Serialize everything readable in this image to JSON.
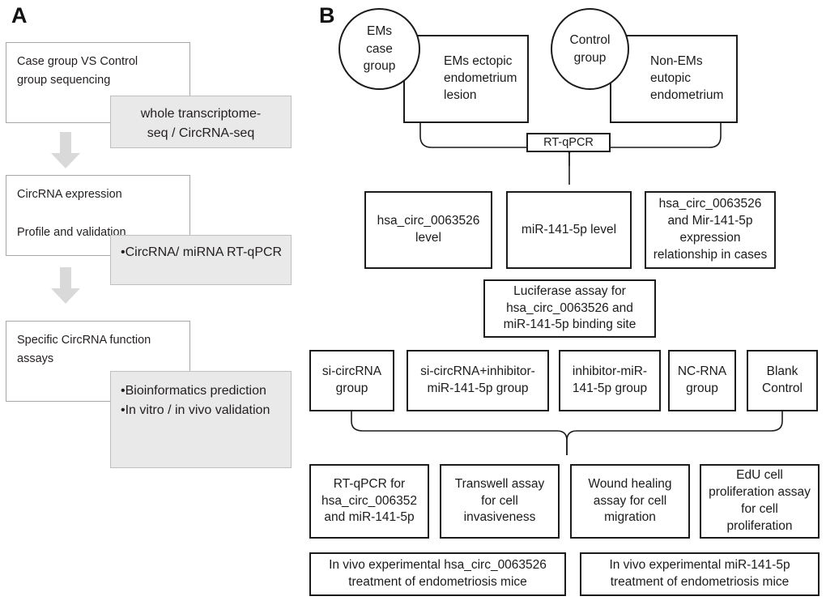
{
  "figure": {
    "panel_a_letter": "A",
    "panel_b_letter": "B"
  },
  "panel_a": {
    "steps": [
      {
        "box_label": "Case group VS Control\ngroup sequencing",
        "detail_label": "whole transcriptome-\nseq / CircRNA-seq"
      },
      {
        "box_label": "CircRNA expression\n\nProfile and validation",
        "detail_label": "•CircRNA/ miRNA RT-qPCR"
      },
      {
        "box_label": "Specific CircRNA function\nassays",
        "detail_label": "•Bioinformatics prediction\n•In vitro / in vivo validation"
      }
    ],
    "arrow_icon": "arrow-down-icon"
  },
  "panel_b": {
    "groups": [
      {
        "circle_label": "EMs\ncase\ngroup",
        "box_label": "EMs ectopic\nendometrium\nlesion"
      },
      {
        "circle_label": "Control\ngroup",
        "box_label": "Non-EMs\neutopic\nendometrium"
      }
    ],
    "method_label": "RT-qPCR",
    "measurements": [
      "hsa_circ_0063526\nlevel",
      "miR-141-5p level",
      "hsa_circ_0063526\nand Mir-141-5p\nexpression\nrelationship in cases"
    ],
    "luciferase_label": "Luciferase assay for\nhsa_circ_0063526 and\nmiR-141-5p binding site",
    "treatment_groups": [
      "si-circRNA\ngroup",
      "si-circRNA+inhibitor-\nmiR-141-5p group",
      "inhibitor-miR-\n141-5p group",
      "NC-RNA\ngroup",
      "Blank\nControl"
    ],
    "assays": [
      "RT-qPCR for\nhsa_circ_006352\nand miR-141-5p",
      "Transwell assay\nfor cell\ninvasiveness",
      "Wound healing\nassay for cell\nmigration",
      "EdU cell\nproliferation assay\nfor cell\nproliferation"
    ],
    "in_vivo": [
      "In vivo experimental hsa_circ_0063526\ntreatment of endometriosis mice",
      "In vivo experimental miR-141-5p\ntreatment of endometriosis mice"
    ]
  },
  "colors": {
    "box_border_light": "#a6a6a6",
    "box_fill_gray": "#e9e9e9",
    "arrow_fill": "#d9d9d9",
    "line_dark": "#1b1b1b",
    "text": "#231f20"
  }
}
